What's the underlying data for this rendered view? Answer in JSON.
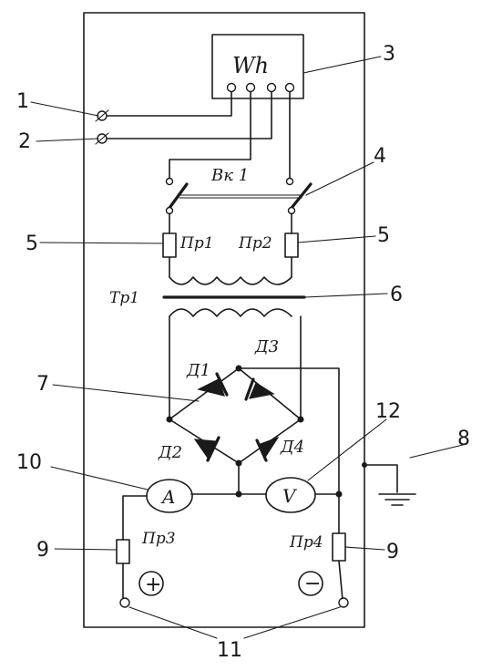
{
  "meter": {
    "label": "Wh"
  },
  "switch": {
    "label": "Вк 1"
  },
  "fuses": {
    "f1": "Пр1",
    "f2": "Пр2",
    "f3": "Пр3",
    "f4": "Пр4"
  },
  "transformer": {
    "label": "Тр1"
  },
  "diodes": {
    "d1": "Д1",
    "d2": "Д2",
    "d3": "Д3",
    "d4": "Д4"
  },
  "ammeter": {
    "label": "A"
  },
  "voltmeter": {
    "label": "V"
  },
  "polarity": {
    "plus": "+",
    "minus": "−"
  },
  "callouts": {
    "n1": "1",
    "n2": "2",
    "n3": "3",
    "n4": "4",
    "n5a": "5",
    "n5b": "5",
    "n6": "6",
    "n7": "7",
    "n8": "8",
    "n9a": "9",
    "n9b": "9",
    "n10": "10",
    "n11": "11",
    "n12": "12"
  }
}
